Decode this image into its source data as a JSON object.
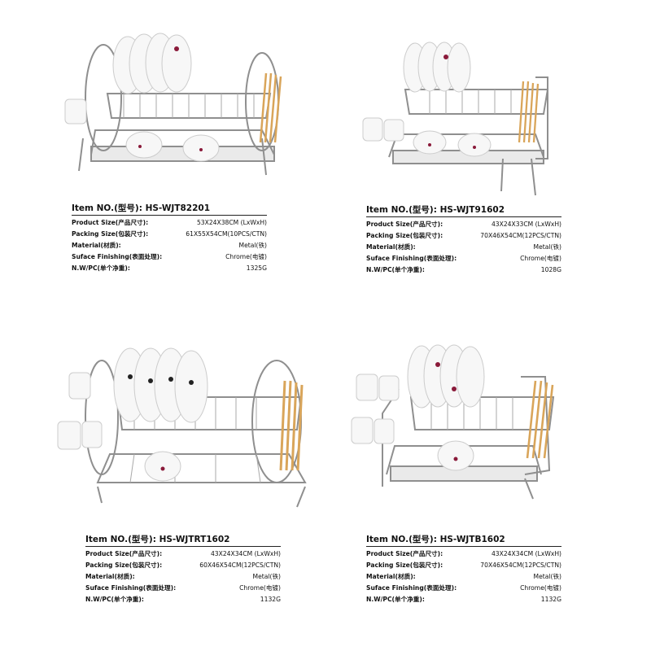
{
  "products": [
    {
      "item_label": "Item NO.(型号):",
      "item_no": "HS-WJT82201",
      "rows": [
        {
          "label": "Product Size(产品尺寸):",
          "value": "53X24X38CM (LxWxH)"
        },
        {
          "label": "Packing Size(包装尺寸):",
          "value": "61X55X54CM(10PCS/CTN)"
        },
        {
          "label": "Material(材质):",
          "value": "Metal(铁)"
        },
        {
          "label": "Suface Finishing(表面处理):",
          "value": "Chrome(电镀)"
        },
        {
          "label": "N.W/PC(单个净重):",
          "value": "1325G"
        }
      ]
    },
    {
      "item_label": "Item NO.(型号):",
      "item_no": "HS-WJT91602",
      "rows": [
        {
          "label": "Product Size(产品尺寸):",
          "value": "43X24X33CM (LxWxH)"
        },
        {
          "label": "Packing Size(包装尺寸):",
          "value": "70X46X54CM(12PCS/CTN)"
        },
        {
          "label": "Material(材质):",
          "value": "Metal(铁)"
        },
        {
          "label": "Suface Finishing(表面处理):",
          "value": "Chrome(电镀)"
        },
        {
          "label": "N.W/PC(单个净重):",
          "value": "1028G"
        }
      ]
    },
    {
      "item_label": "Item NO.(型号):",
      "item_no": "HS-WJTRT1602",
      "rows": [
        {
          "label": "Product Size(产品尺寸):",
          "value": "43X24X34CM (LxWxH)"
        },
        {
          "label": "Packing Size(包装尺寸):",
          "value": "60X46X54CM(12PCS/CTN)"
        },
        {
          "label": "Material(材质):",
          "value": "Metal(铁)"
        },
        {
          "label": "Suface Finishing(表面处理):",
          "value": "Chrome(电镀)"
        },
        {
          "label": "N.W/PC(单个净重):",
          "value": "1132G"
        }
      ]
    },
    {
      "item_label": "Item NO.(型号):",
      "item_no": "HS-WJTB1602",
      "rows": [
        {
          "label": "Product Size(产品尺寸):",
          "value": "43X24X34CM (LxWxH)"
        },
        {
          "label": "Packing Size(包装尺寸):",
          "value": "70X46X54CM(12PCS/CTN)"
        },
        {
          "label": "Material(材质):",
          "value": "Metal(铁)"
        },
        {
          "label": "Suface Finishing(表面处理):",
          "value": "Chrome(电镀)"
        },
        {
          "label": "N.W/PC(单个净重):",
          "value": "1132G"
        }
      ]
    }
  ],
  "colors": {
    "chrome": "#9a9a9a",
    "plate": "#f4f4f4",
    "chopstick": "#d9a55a",
    "flower": "#8a1a3a"
  }
}
